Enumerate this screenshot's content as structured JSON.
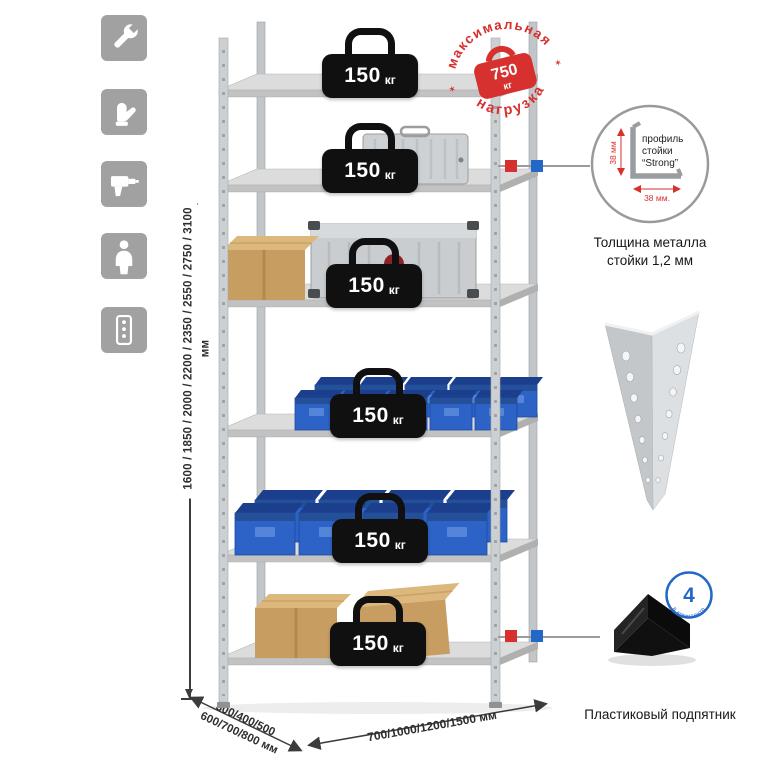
{
  "page": {
    "background": "#ffffff"
  },
  "sidebar": {
    "icons": [
      {
        "name": "wrench"
      },
      {
        "name": "work-gloves"
      },
      {
        "name": "drill"
      },
      {
        "name": "person"
      },
      {
        "name": "perforated-post"
      }
    ]
  },
  "dimensions": {
    "height": "1600 / 1850 / 2000 / 2200 / 2350 / 2550 / 2750 / 3100 мм",
    "depth_line1": "300/400/500",
    "depth_line2": "600/700/800 мм",
    "width": "700/1000/1200/1500 мм"
  },
  "stamp": {
    "arc_top": "максимальная",
    "arc_bottom": "нагрузка",
    "value": "750",
    "unit": "кг",
    "separator": "✶"
  },
  "rack": {
    "shelves": [
      {
        "load_value": "150",
        "load_unit": "кг"
      },
      {
        "load_value": "150",
        "load_unit": "кг"
      },
      {
        "load_value": "150",
        "load_unit": "кг"
      },
      {
        "load_value": "150",
        "load_unit": "кг"
      },
      {
        "load_value": "150",
        "load_unit": "кг"
      },
      {
        "load_value": "150",
        "load_unit": "кг"
      }
    ]
  },
  "profile_detail": {
    "label_line1": "профиль",
    "label_line2": "стойки",
    "label_line3": "“Strong”",
    "dim_vertical": "38 мм",
    "dim_horizontal": "38 мм.",
    "caption": "Толщина металла стойки 1,2 мм"
  },
  "foot_detail": {
    "badge_value": "4",
    "badge_label": "в комплекте",
    "caption": "Пластиковый подпятник"
  },
  "colors": {
    "accent_red": "#d6312e",
    "accent_blue": "#2368c9",
    "metal_gray": "#c9cdd0",
    "bin_blue": "#2d63c6"
  }
}
